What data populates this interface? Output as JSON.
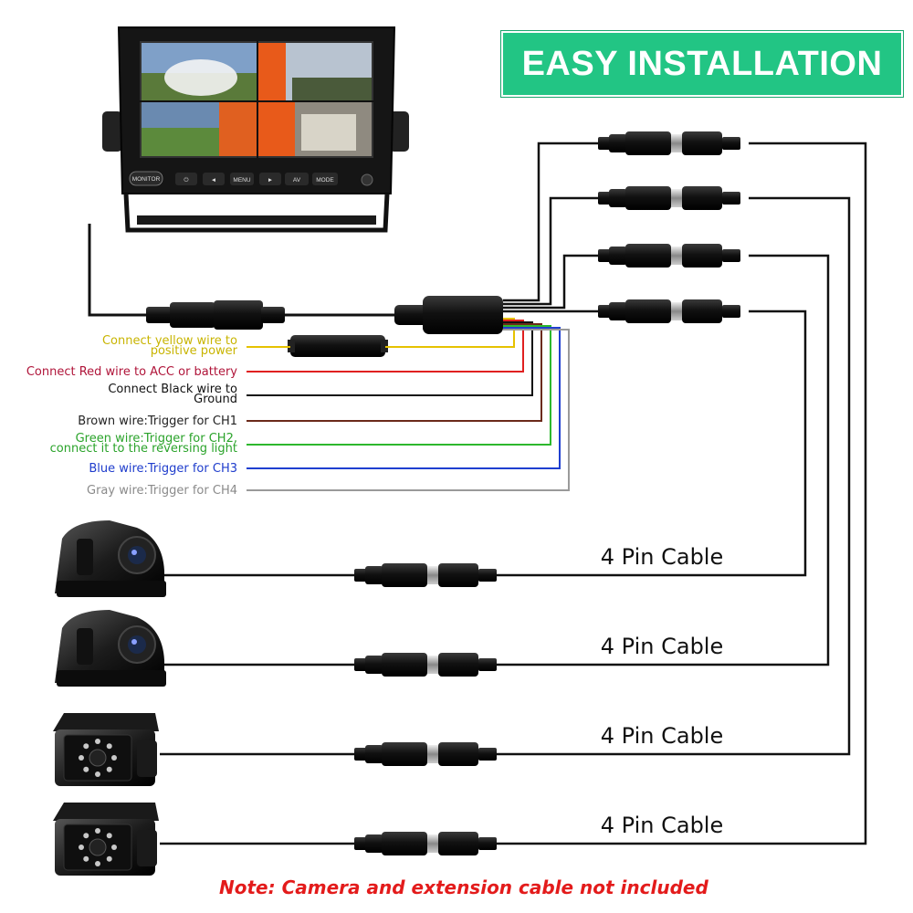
{
  "header": {
    "title": "EASY INSTALLATION"
  },
  "monitor": {
    "buttons": [
      {
        "name": "monitor-logo",
        "label": "MONITOR"
      },
      {
        "name": "power-button",
        "label": "⏻"
      },
      {
        "name": "left-button",
        "label": "◄"
      },
      {
        "name": "menu-button",
        "label": "MENU"
      },
      {
        "name": "right-button",
        "label": "►"
      },
      {
        "name": "av-button",
        "label": "AV"
      },
      {
        "name": "mode-button",
        "label": "MODE"
      }
    ]
  },
  "wires": [
    {
      "name": "yellow",
      "color": "#e6c200",
      "text_color": "#c8b400",
      "lines": [
        "Connect yellow wire to",
        "positive power"
      ]
    },
    {
      "name": "red",
      "color": "#e02020",
      "text_color": "#b0153a",
      "lines": [
        "Connect Red wire to ACC or battery"
      ]
    },
    {
      "name": "black",
      "color": "#111111",
      "text_color": "#111111",
      "lines": [
        "Connect Black wire to",
        "Ground"
      ]
    },
    {
      "name": "brown",
      "color": "#6b2a1a",
      "text_color": "#222222",
      "lines": [
        "Brown wire:Trigger for CH1"
      ]
    },
    {
      "name": "green",
      "color": "#2db82d",
      "text_color": "#2aa32a",
      "lines": [
        "Green wire:Trigger for CH2,",
        "connect it to the reversing light"
      ]
    },
    {
      "name": "blue",
      "color": "#1f3fd0",
      "text_color": "#1e3ccc",
      "lines": [
        "Blue wire:Trigger for CH3"
      ]
    },
    {
      "name": "gray",
      "color": "#9a9a9a",
      "text_color": "#8a8a8a",
      "lines": [
        "Gray wire:Trigger for CH4"
      ]
    }
  ],
  "cameras": [
    {
      "name": "dome-camera-1",
      "kind": "dome",
      "cable_label": "4 Pin Cable"
    },
    {
      "name": "dome-camera-2",
      "kind": "dome",
      "cable_label": "4 Pin Cable"
    },
    {
      "name": "ir-camera-1",
      "kind": "ir",
      "cable_label": "4 Pin Cable"
    },
    {
      "name": "ir-camera-2",
      "kind": "ir",
      "cable_label": "4 Pin Cable"
    }
  ],
  "footer": {
    "note": "Note: Camera and extension cable not included"
  }
}
